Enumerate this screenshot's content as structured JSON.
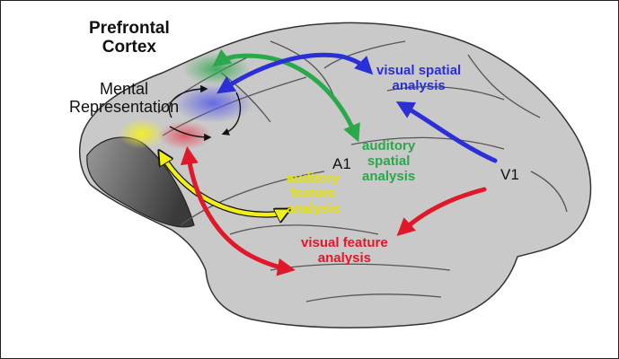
{
  "colors": {
    "brain_fill": "#c9c9c9",
    "sulcus": "#555555",
    "green": "#2aa84a",
    "blue": "#2b2fd6",
    "yellow": "#f2ee1a",
    "red": "#e0182a",
    "yellow_text": "#e6e200",
    "black": "#111111"
  },
  "labels": {
    "prefrontal_line1": "Prefrontal",
    "prefrontal_line2": "Cortex",
    "mental_line1": "Mental",
    "mental_line2": "Representation",
    "visual_spatial_line1": "visual spatial",
    "visual_spatial_line2": "analysis",
    "auditory_spatial_line1": "auditory",
    "auditory_spatial_line2": "spatial",
    "auditory_spatial_line3": "analysis",
    "auditory_feature_line1": "auditory",
    "auditory_feature_line2": "feature",
    "auditory_feature_line3": "analysis",
    "visual_feature_line1": "visual feature",
    "visual_feature_line2": "analysis",
    "a1": "A1",
    "v1": "V1"
  }
}
